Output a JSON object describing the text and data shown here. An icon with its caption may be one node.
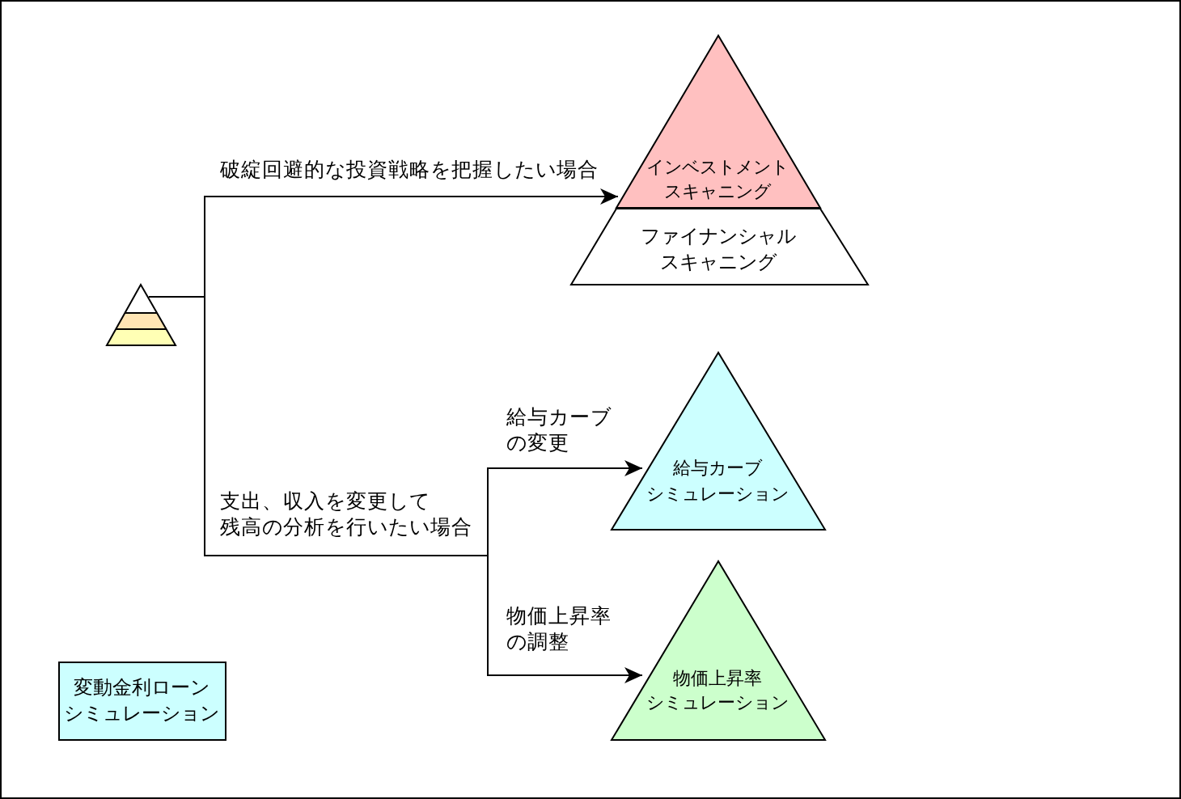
{
  "diagram": {
    "nodes": [
      {
        "text": [
          "インベストメントスキャニング"
        ]
      },
      {
        "text": [
          "ファイナンシャルスキャニング"
        ]
      },
      {
        "text": [],
        "shape": "pyramid"
      },
      {
        "text": [
          "給与カーブシミュレーション"
        ]
      },
      {
        "text": [
          "物価上昇率シミュレーション"
        ]
      },
      {
        "text": [
          "変動金利ローンシミュレーション"
        ]
      }
    ],
    "edges": [
      {
        "from": 2,
        "to": 0,
        "arrow": "to",
        "label": "破綻回避的な投資戦略を把握したい場合"
      },
      {
        "from": 2,
        "to": 3,
        "arrow": "to",
        "label": "給与カーブの変更"
      },
      {
        "from": 2,
        "to": 4,
        "arrow": "to",
        "label": "物価上昇率の調整"
      }
    ],
    "labels": [
      "支出、収入を変更して残高の分析を行いたい場合"
    ]
  }
}
